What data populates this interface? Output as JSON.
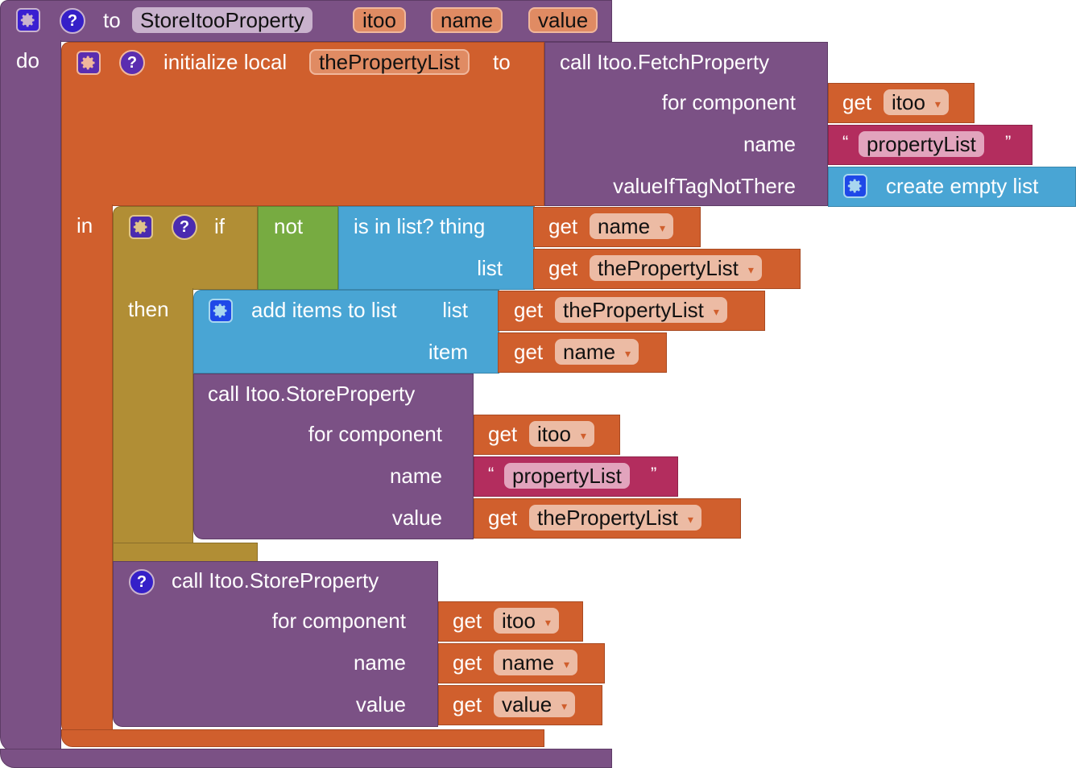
{
  "procedure": {
    "keyword_to": "to",
    "name": "StoreItooProperty",
    "params": [
      "itoo",
      "name",
      "value"
    ],
    "do_label": "do"
  },
  "init_local": {
    "label": "initialize local",
    "var_name": "thePropertyList",
    "to_label": "to",
    "in_label": "in"
  },
  "fetch_call": {
    "title": "call Itoo.FetchProperty",
    "sockets": [
      "for component",
      "name",
      "valueIfTagNotThere"
    ],
    "component_var": "itoo",
    "name_string": "propertyList",
    "default_label": "create empty list"
  },
  "if_block": {
    "if_label": "if",
    "then_label": "then",
    "not_label": "not",
    "is_in_list_label": "is in list? thing",
    "list_label": "list",
    "thing_var": "name",
    "list_var": "thePropertyList"
  },
  "add_items": {
    "label": "add items to list",
    "list_label": "list",
    "item_label": "item",
    "list_var": "thePropertyList",
    "item_var": "name"
  },
  "store_call_1": {
    "title": "call Itoo.StoreProperty",
    "sockets": [
      "for component",
      "name",
      "value"
    ],
    "component_var": "itoo",
    "name_string": "propertyList",
    "value_var": "thePropertyList"
  },
  "store_call_2": {
    "title": "call Itoo.StoreProperty",
    "sockets": [
      "for component",
      "name",
      "value"
    ],
    "component_var": "itoo",
    "name_var": "name",
    "value_var": "value"
  },
  "common": {
    "get_label": "get",
    "dropdown_arrow": "▾",
    "open_quote": "“",
    "close_quote": "”",
    "help_glyph": "?"
  },
  "colors": {
    "procedure": "#7b5185",
    "variable": "#d05f2d",
    "control": "#b18e35",
    "logic": "#77ab41",
    "list": "#49a5d4",
    "text": "#b32d5e"
  }
}
